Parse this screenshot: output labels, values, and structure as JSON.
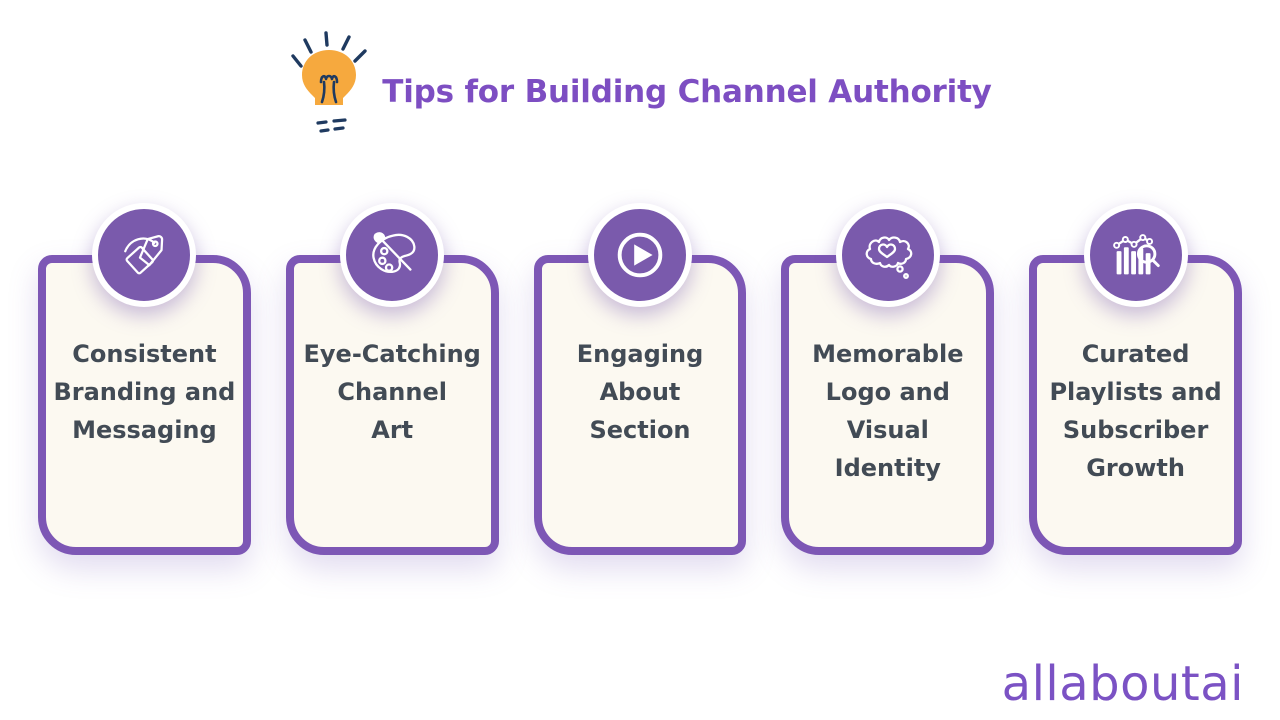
{
  "header": {
    "title": "Tips for Building Channel Authority"
  },
  "cards": [
    {
      "icon": "price-tags-icon",
      "label": "Consistent\nBranding and\nMessaging"
    },
    {
      "icon": "artist-palette-icon",
      "label": "Eye-Catching\nChannel\nArt"
    },
    {
      "icon": "play-button-icon",
      "label": "Engaging\nAbout\nSection"
    },
    {
      "icon": "thought-cloud-heart-icon",
      "label": "Memorable\nLogo and\nVisual\nIdentity"
    },
    {
      "icon": "analytics-magnifier-icon",
      "label": "Curated\nPlaylists and\nSubscriber\nGrowth"
    }
  ],
  "footer": {
    "brand": "allaboutai"
  },
  "colors": {
    "title": "#7D4EC2",
    "card_border": "#7D57B5",
    "card_background": "#FCF9F1",
    "circle_fill": "#7A5AAC",
    "card_text": "#424B55",
    "bulb_orange": "#F6A93E",
    "ray_navy": "#1F3A60",
    "logo_purple": "#7B52C4"
  }
}
